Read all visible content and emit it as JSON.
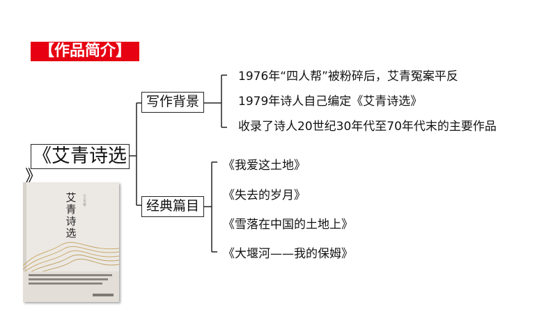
{
  "header": {
    "title": "【作品简介】"
  },
  "root": {
    "label": "《艾青诗选",
    "label_tail": "》"
  },
  "branches": [
    {
      "label": "写作背景",
      "items": [
        "1976年“四人帮”被粉碎后，艾青冤案平反",
        "1979年诗人自己编定《艾青诗选》",
        "收录了诗人20世纪30年代至70年代末的主要作品"
      ]
    },
    {
      "label": "经典篇目",
      "items": [
        "《我爱这土地》",
        "《失去的岁月》",
        "《雪落在中国的土地上》",
        "《大堰河——我的保姆》"
      ]
    }
  ],
  "book_cover": {
    "title": "艾青诗选",
    "author": "艾青 著"
  },
  "colors": {
    "accent": "#e60012",
    "line": "#222222"
  }
}
